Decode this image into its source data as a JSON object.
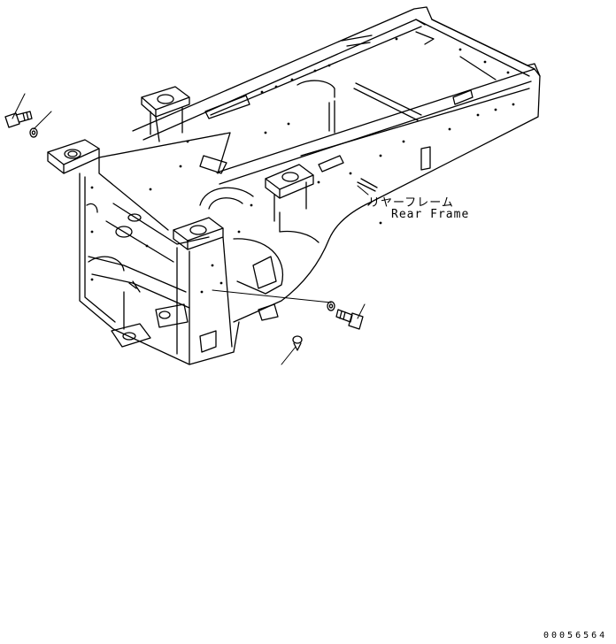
{
  "part_label": {
    "japanese": "リヤーフレーム",
    "english": "Rear Frame"
  },
  "drawing_number": "00056564",
  "colors": {
    "line": "#000000",
    "background": "#ffffff"
  }
}
